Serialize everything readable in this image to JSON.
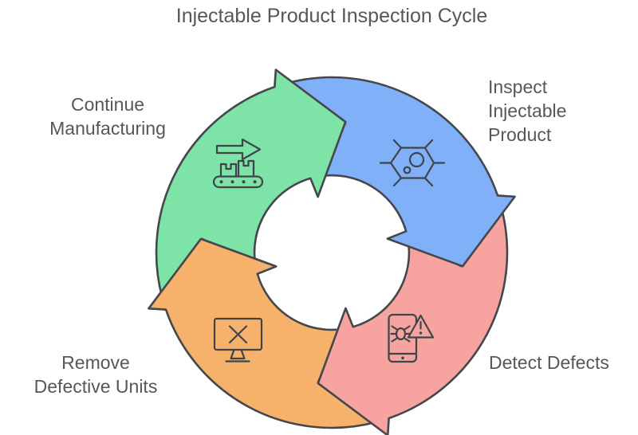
{
  "title": "Injectable Product Inspection Cycle",
  "diagram": {
    "type": "cycle",
    "direction": "clockwise",
    "outline_color": "#45474C",
    "text_color": "#56575B",
    "steps": [
      {
        "label": "Inspect\nInjectable\nProduct",
        "color": "#7FB0F8",
        "icon": "microbe-icon",
        "position": "top-right"
      },
      {
        "label": "Detect Defects",
        "color": "#F7A4A0",
        "icon": "phone-bug-alert-icon",
        "position": "bottom-right"
      },
      {
        "label": "Remove\nDefective Units",
        "color": "#F6B26A",
        "icon": "monitor-x-icon",
        "position": "bottom-left"
      },
      {
        "label": "Continue\nManufacturing",
        "color": "#7DE3A6",
        "icon": "conveyor-arrow-icon",
        "position": "top-left"
      }
    ]
  }
}
